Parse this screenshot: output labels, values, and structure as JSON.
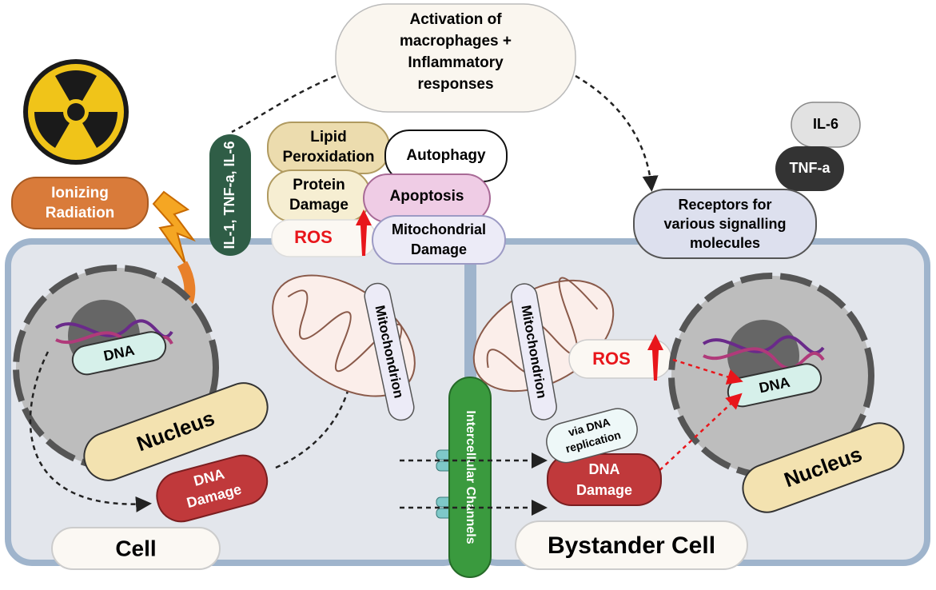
{
  "radiation": {
    "label": [
      "Ionizing",
      "Radiation"
    ]
  },
  "activation": {
    "label": [
      "Activation of",
      "macrophages +",
      "Inflammatory",
      "responses"
    ]
  },
  "cytokines": {
    "label": "IL-1, TNF-a, IL-6"
  },
  "effects": {
    "lipid": [
      "Lipid",
      "Peroxidation"
    ],
    "protein": [
      "Protein",
      "Damage"
    ],
    "ros": "ROS",
    "autophagy": "Autophagy",
    "apoptosis": "Apoptosis",
    "mito_damage": [
      "Mitochondrial",
      "Damage"
    ]
  },
  "receptors": {
    "label": [
      "Receptors for",
      "various signalling",
      "molecules"
    ],
    "il6": "IL-6",
    "tnfa": "TNF-a"
  },
  "cell": {
    "label": "Cell",
    "dna": "DNA",
    "nucleus": "Nucleus",
    "dna_damage": [
      "DNA",
      "Damage"
    ],
    "mitochondrion": "Mitochondrion"
  },
  "bystander": {
    "label": "Bystander Cell",
    "dna": "DNA",
    "nucleus": "Nucleus",
    "dna_damage": [
      "DNA",
      "Damage"
    ],
    "mitochondrion": "Mitochondrion",
    "ros": "ROS",
    "replication": [
      "via DNA",
      "replication"
    ]
  },
  "channels": {
    "label": "Intercellular Channels"
  },
  "colors": {
    "ros": "#e8161b",
    "dna_damage": "#c0393b",
    "channels": "#3a9a3e",
    "radiation": "#d97b3a",
    "cytokine": "#2f5d46"
  }
}
